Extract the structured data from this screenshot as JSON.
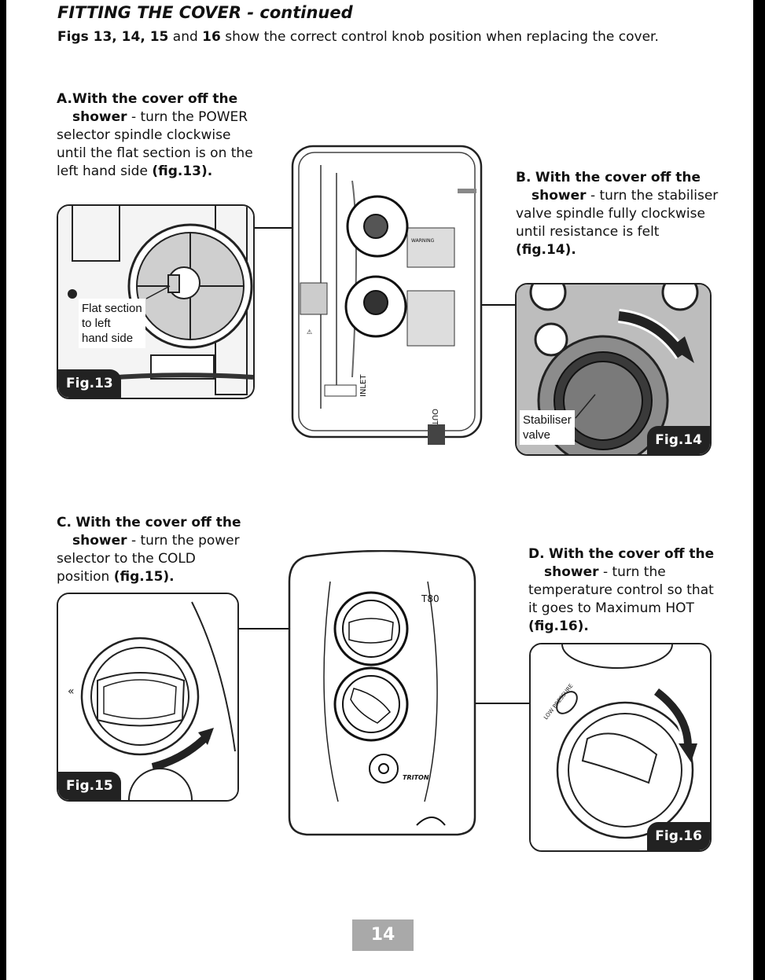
{
  "header": {
    "title": "FITTING THE COVER",
    "title_cont": "- continued",
    "intro_figs": "Figs 13, 14, 15",
    "intro_and": "and",
    "intro_16": "16",
    "intro_rest": "show the correct control knob position when replacing the cover."
  },
  "steps": {
    "a": {
      "letter": "A.",
      "bold1": "With the cover off the",
      "bold2": "shower",
      "text": "- turn the POWER selector spindle clockwise until the flat section is on the left hand side",
      "ref": "(fig.13)."
    },
    "b": {
      "letter": "B.",
      "bold1": "With the cover off the",
      "bold2": "shower",
      "text": "- turn the stabiliser valve spindle fully clockwise until resistance is felt",
      "ref": "(fig.14)."
    },
    "c": {
      "letter": "C.",
      "bold1": "With the cover off the",
      "bold2": "shower",
      "text": "- turn the power selector to the COLD position",
      "ref": "(fig.15)."
    },
    "d": {
      "letter": "D.",
      "bold1": "With the cover off the",
      "bold2": "shower",
      "text": "- turn the temperature control so that it goes to Maximum HOT",
      "ref": "(fig.16)."
    }
  },
  "figures": {
    "fig13": {
      "label": "Fig.13",
      "callout_l1": "Flat section",
      "callout_l2": "to left",
      "callout_l3": "hand side"
    },
    "fig14": {
      "label": "Fig.14",
      "callout_l1": "Stabiliser",
      "callout_l2": "valve"
    },
    "fig15": {
      "label": "Fig.15"
    },
    "fig16": {
      "label": "Fig.16",
      "knob_text": "LOW PRESSURE"
    }
  },
  "unit_labels": {
    "inlet": "INLET",
    "outlet": "OUTLET",
    "warning": "WARNING",
    "model": "T80",
    "brand": "TRITON"
  },
  "footer": {
    "page_number": "14"
  }
}
